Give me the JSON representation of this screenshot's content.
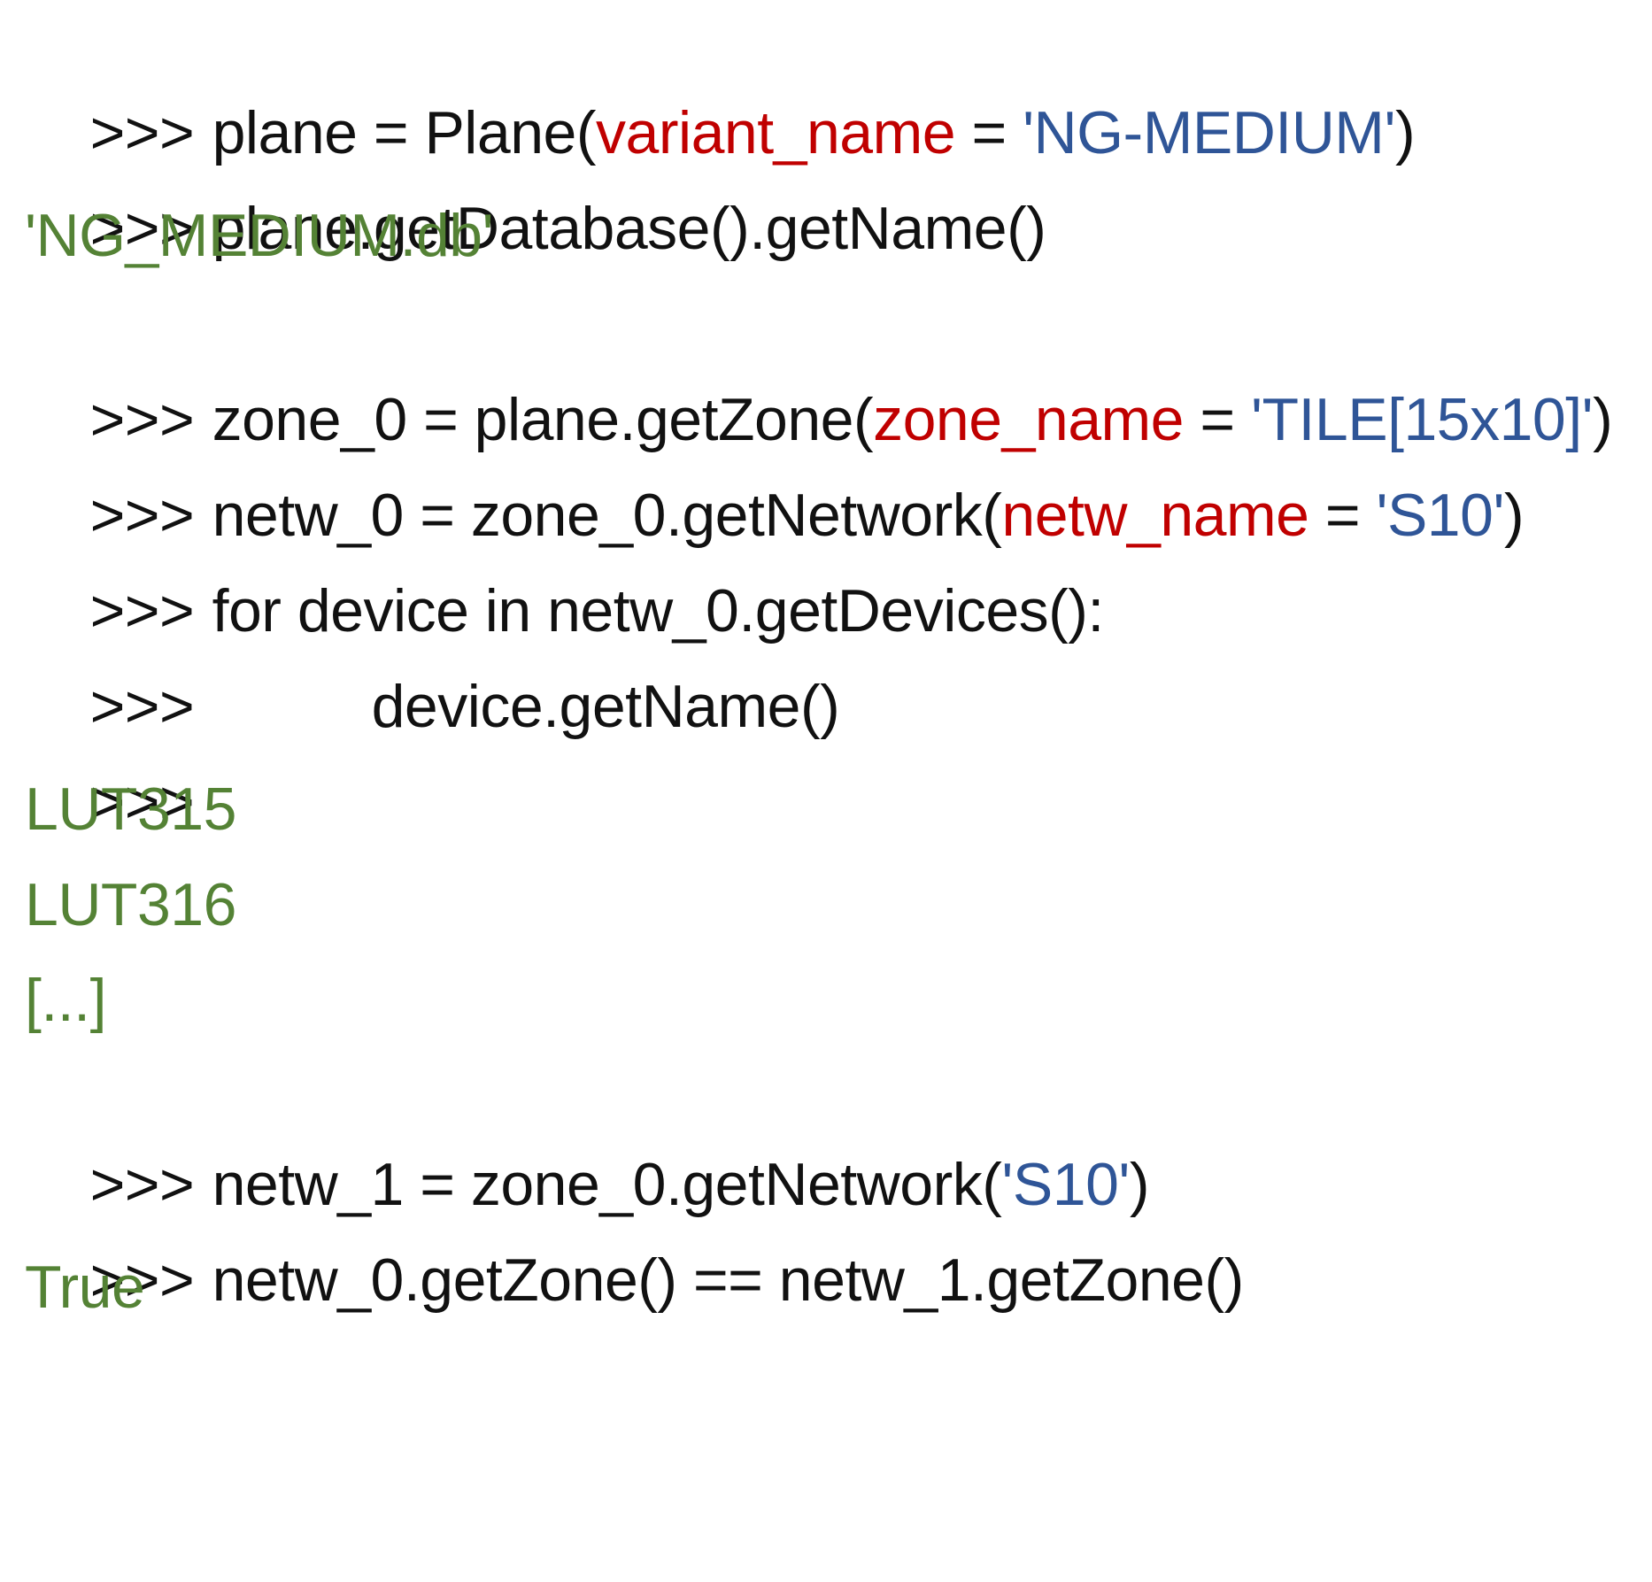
{
  "prompt": ">>>",
  "equals": " = ",
  "lines": {
    "l1": {
      "code": "plane = Plane(",
      "kwarg": "variant_name",
      "value": "'NG-MEDIUM'",
      "close": ")"
    },
    "l2": {
      "code": "plane.getDatabase().getName()"
    },
    "l3": {
      "output": "'NG_MEDIUM.db'"
    },
    "l4": {
      "code": "zone_0 = plane.getZone(",
      "kwarg": "zone_name",
      "value": "'TILE[15x10]'",
      "close": ")"
    },
    "l5": {
      "code": "netw_0 = zone_0.getNetwork(",
      "kwarg": "netw_name",
      "value": "'S10'",
      "close": ")"
    },
    "l6": {
      "code": "for device in netw_0.getDevices():"
    },
    "l7": {
      "code": "device.getName()"
    },
    "l9": {
      "output": "LUT315"
    },
    "l10": {
      "output": "LUT316"
    },
    "l11": {
      "output": "[...]"
    },
    "l12": {
      "code": "netw_1 = zone_0.getNetwork(",
      "value": "'S10'",
      "close": ")"
    },
    "l13": {
      "code": "netw_0.getZone() == netw_1.getZone()"
    },
    "l14": {
      "output": "True"
    }
  },
  "colors": {
    "code": "#111111",
    "keyword_argument": "#c00000",
    "string": "#2f5597",
    "output": "#548235"
  }
}
